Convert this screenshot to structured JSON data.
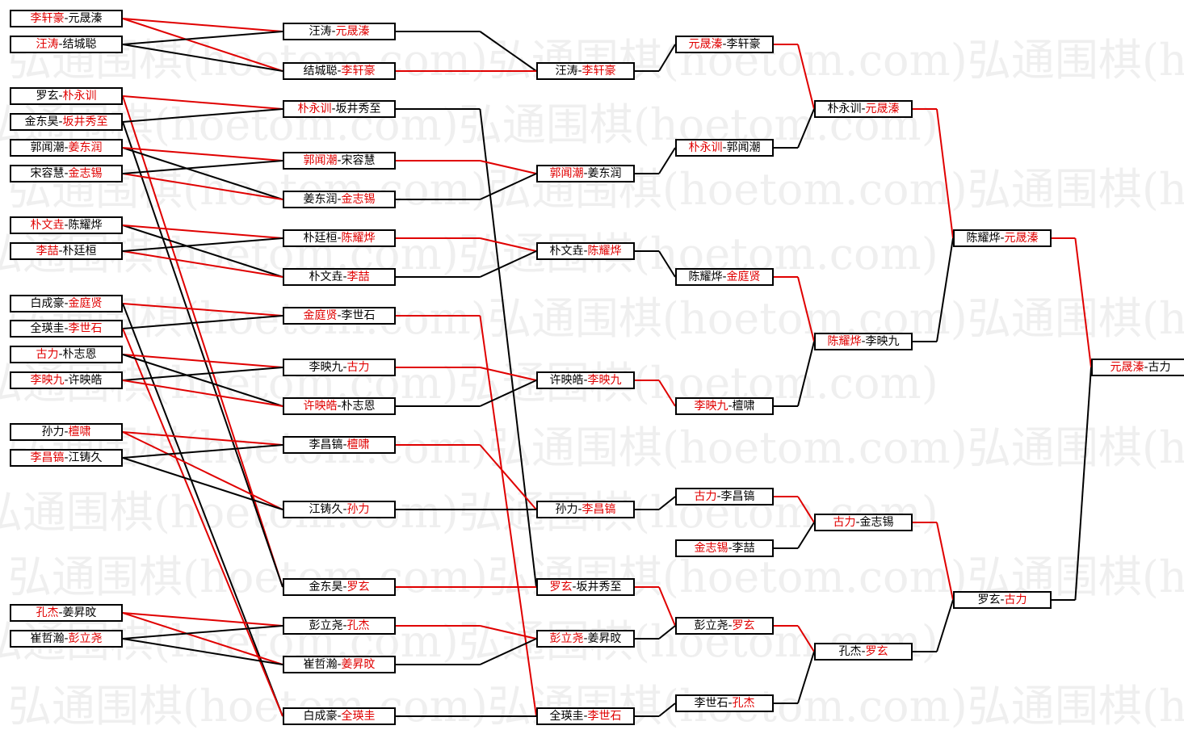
{
  "watermark": "弘通围棋(hoetom.com)",
  "colors": {
    "winner_text": "#e00000",
    "winner_line": "#e00000",
    "loser_line": "#000000",
    "box_border": "#000000"
  },
  "rounds": [
    [
      {
        "winner": "李轩豪",
        "loser": "元晟溱",
        "winner_first": true
      },
      {
        "winner": "汪涛",
        "loser": "结城聪",
        "winner_first": true
      },
      {
        "winner": "朴永训",
        "loser": "罗玄",
        "winner_first": false
      },
      {
        "winner": "坂井秀至",
        "loser": "金东昊",
        "winner_first": false
      },
      {
        "winner": "姜东润",
        "loser": "郭闻潮",
        "winner_first": false
      },
      {
        "winner": "金志锡",
        "loser": "宋容慧",
        "winner_first": false
      },
      {
        "winner": "朴文垚",
        "loser": "陈耀烨",
        "winner_first": true
      },
      {
        "winner": "李喆",
        "loser": "朴廷桓",
        "winner_first": true
      },
      {
        "winner": "金庭贤",
        "loser": "白成豪",
        "winner_first": false
      },
      {
        "winner": "李世石",
        "loser": "全瑛圭",
        "winner_first": false
      },
      {
        "winner": "古力",
        "loser": "朴志恩",
        "winner_first": true
      },
      {
        "winner": "李映九",
        "loser": "许映皓",
        "winner_first": true
      },
      {
        "winner": "檀啸",
        "loser": "孙力",
        "winner_first": false
      },
      {
        "winner": "李昌镐",
        "loser": "江铸久",
        "winner_first": true
      },
      {
        "winner": "孔杰",
        "loser": "姜昇旼",
        "winner_first": true
      },
      {
        "winner": "彭立尧",
        "loser": "崔哲瀚",
        "winner_first": false
      }
    ],
    [
      {
        "winner": "元晟溱",
        "loser": "汪涛",
        "winner_first": false
      },
      {
        "winner": "李轩豪",
        "loser": "结城聪",
        "winner_first": false
      },
      {
        "winner": "朴永训",
        "loser": "坂井秀至",
        "winner_first": true
      },
      {
        "winner": "郭闻潮",
        "loser": "宋容慧",
        "winner_first": true
      },
      {
        "winner": "金志锡",
        "loser": "姜东润",
        "winner_first": false
      },
      {
        "winner": "陈耀烨",
        "loser": "朴廷桓",
        "winner_first": false
      },
      {
        "winner": "李喆",
        "loser": "朴文垚",
        "winner_first": false
      },
      {
        "winner": "金庭贤",
        "loser": "李世石",
        "winner_first": true
      },
      {
        "winner": "古力",
        "loser": "李映九",
        "winner_first": false
      },
      {
        "winner": "许映皓",
        "loser": "朴志恩",
        "winner_first": true
      },
      {
        "winner": "檀啸",
        "loser": "李昌镐",
        "winner_first": false
      },
      {
        "winner": "孙力",
        "loser": "江铸久",
        "winner_first": false
      },
      {
        "winner": "罗玄",
        "loser": "金东昊",
        "winner_first": false
      },
      {
        "winner": "孔杰",
        "loser": "彭立尧",
        "winner_first": false
      },
      {
        "winner": "姜昇旼",
        "loser": "崔哲瀚",
        "winner_first": false
      },
      {
        "winner": "全瑛圭",
        "loser": "白成豪",
        "winner_first": false
      }
    ],
    [
      {
        "winner": "李轩豪",
        "loser": "汪涛",
        "winner_first": false
      },
      {
        "winner": "郭闻潮",
        "loser": "姜东润",
        "winner_first": true
      },
      {
        "winner": "陈耀烨",
        "loser": "朴文垚",
        "winner_first": false
      },
      {
        "winner": "李映九",
        "loser": "许映皓",
        "winner_first": false
      },
      {
        "winner": "李昌镐",
        "loser": "孙力",
        "winner_first": false
      },
      {
        "winner": "罗玄",
        "loser": "坂井秀至",
        "winner_first": true
      },
      {
        "winner": "彭立尧",
        "loser": "姜昇旼",
        "winner_first": true
      },
      {
        "winner": "李世石",
        "loser": "全瑛圭",
        "winner_first": false
      }
    ],
    [
      {
        "winner": "元晟溱",
        "loser": "李轩豪",
        "winner_first": true
      },
      {
        "winner": "朴永训",
        "loser": "郭闻潮",
        "winner_first": true
      },
      {
        "winner": "金庭贤",
        "loser": "陈耀烨",
        "winner_first": false
      },
      {
        "winner": "李映九",
        "loser": "檀啸",
        "winner_first": true
      },
      {
        "winner": "古力",
        "loser": "李昌镐",
        "winner_first": true
      },
      {
        "winner": "金志锡",
        "loser": "李喆",
        "winner_first": true
      },
      {
        "winner": "罗玄",
        "loser": "彭立尧",
        "winner_first": false
      },
      {
        "winner": "孔杰",
        "loser": "李世石",
        "winner_first": false
      }
    ],
    [
      {
        "winner": "元晟溱",
        "loser": "朴永训",
        "winner_first": false
      },
      {
        "winner": "陈耀烨",
        "loser": "李映九",
        "winner_first": true
      },
      {
        "winner": "古力",
        "loser": "金志锡",
        "winner_first": true
      },
      {
        "winner": "罗玄",
        "loser": "孔杰",
        "winner_first": false
      }
    ],
    [
      {
        "winner": "元晟溱",
        "loser": "陈耀烨",
        "winner_first": false
      },
      {
        "winner": "古力",
        "loser": "罗玄",
        "winner_first": false
      }
    ],
    [
      {
        "winner": "元晟溱",
        "loser": "古力",
        "winner_first": true
      }
    ]
  ]
}
